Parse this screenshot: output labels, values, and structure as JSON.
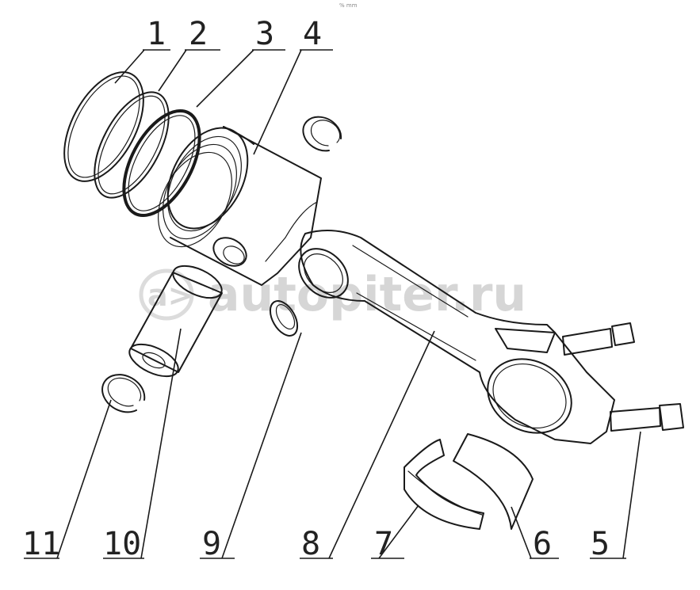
{
  "header_mark": "% mm",
  "watermark": {
    "icon": "a>",
    "text": "autopiter.ru"
  },
  "callouts": {
    "c1": "1",
    "c2": "2",
    "c3": "3",
    "c4": "4",
    "c5": "5",
    "c6": "6",
    "c7": "7",
    "c8": "8",
    "c9": "9",
    "c10": "10",
    "c11": "11"
  }
}
